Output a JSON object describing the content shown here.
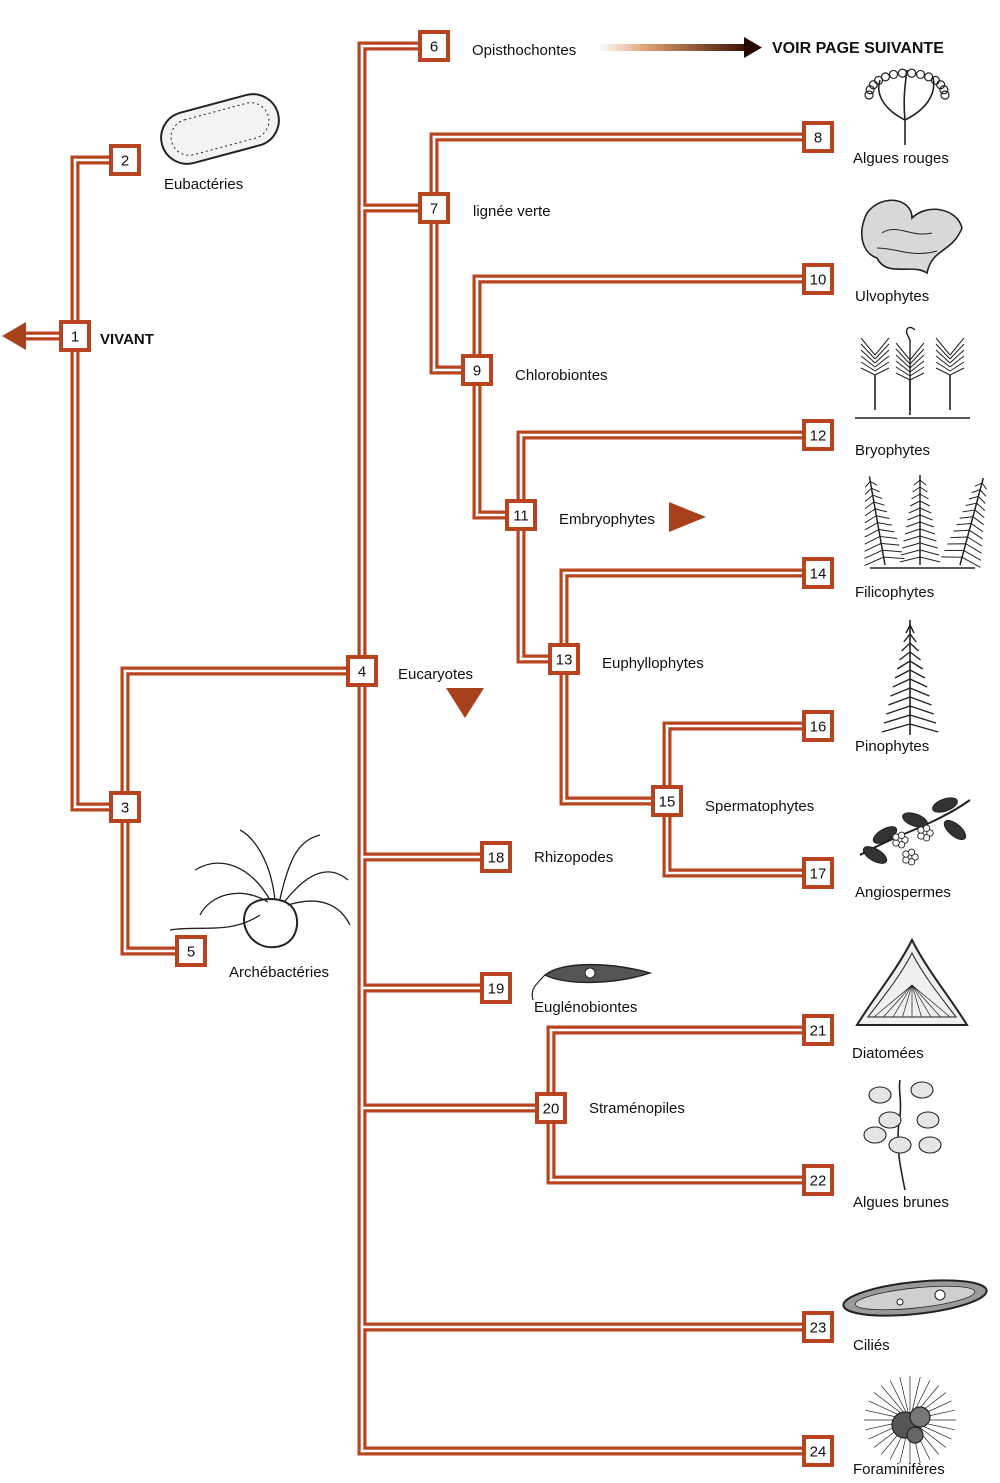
{
  "colors": {
    "branch": "#b8431f",
    "arrow": "#a8401c",
    "box_fill": "#ffffff",
    "text": "#111111",
    "illustration": "#222222"
  },
  "banner": {
    "text": "VOIR PAGE SUIVANTE"
  },
  "nodes": [
    {
      "id": "1",
      "label": "VIVANT"
    },
    {
      "id": "2",
      "label": "Eubactéries"
    },
    {
      "id": "3",
      "label": ""
    },
    {
      "id": "4",
      "label": "Eucaryotes"
    },
    {
      "id": "5",
      "label": "Archébactéries"
    },
    {
      "id": "6",
      "label": "Opisthochontes"
    },
    {
      "id": "7",
      "label": "lignée verte"
    },
    {
      "id": "8",
      "label": "Algues rouges"
    },
    {
      "id": "9",
      "label": "Chlorobiontes"
    },
    {
      "id": "10",
      "label": "Ulvophytes"
    },
    {
      "id": "11",
      "label": "Embryophytes"
    },
    {
      "id": "12",
      "label": "Bryophytes"
    },
    {
      "id": "13",
      "label": "Euphyllophytes"
    },
    {
      "id": "14",
      "label": "Filicophytes"
    },
    {
      "id": "15",
      "label": "Spermatophytes"
    },
    {
      "id": "16",
      "label": "Pinophytes"
    },
    {
      "id": "17",
      "label": "Angiospermes"
    },
    {
      "id": "18",
      "label": "Rhizopodes"
    },
    {
      "id": "19",
      "label": "Euglénobiontes"
    },
    {
      "id": "20",
      "label": "Straménopiles"
    },
    {
      "id": "21",
      "label": "Diatomées"
    },
    {
      "id": "22",
      "label": "Algues brunes"
    },
    {
      "id": "23",
      "label": "Ciliés"
    },
    {
      "id": "24",
      "label": "Foraminifères"
    }
  ],
  "illustrations": [
    {
      "id": "2",
      "icon": "eubacteria-icon"
    },
    {
      "id": "5",
      "icon": "archaebacteria-icon"
    },
    {
      "id": "8",
      "icon": "red-algae-icon"
    },
    {
      "id": "10",
      "icon": "ulvophyte-icon"
    },
    {
      "id": "12",
      "icon": "moss-icon"
    },
    {
      "id": "14",
      "icon": "fern-icon"
    },
    {
      "id": "16",
      "icon": "conifer-icon"
    },
    {
      "id": "17",
      "icon": "flowering-plant-icon"
    },
    {
      "id": "19",
      "icon": "euglena-icon"
    },
    {
      "id": "21",
      "icon": "diatom-icon"
    },
    {
      "id": "22",
      "icon": "brown-algae-icon"
    },
    {
      "id": "23",
      "icon": "ciliate-icon"
    },
    {
      "id": "24",
      "icon": "foraminifera-icon"
    }
  ]
}
